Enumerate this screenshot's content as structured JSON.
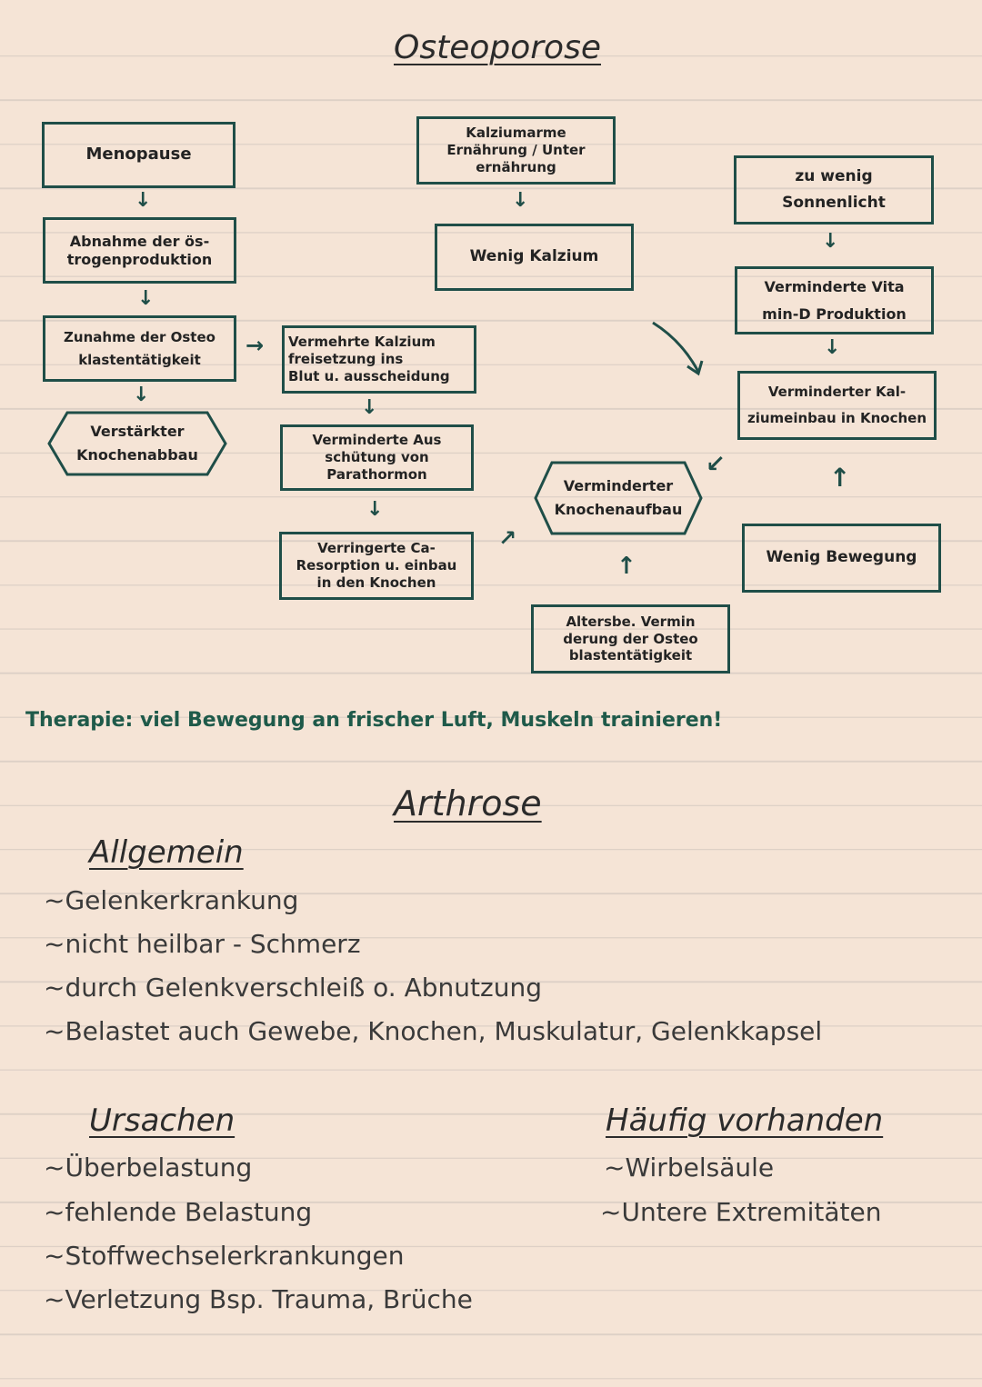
{
  "osteoporose": {
    "title": "Osteoporose",
    "col1": {
      "menopause": "Menopause",
      "abnahme_l1": "Abnahme der ös-",
      "abnahme_l2": "trogenproduktion",
      "zunahme_l1": "Zunahme der Osteo",
      "zunahme_l2": "klastentätigkeit",
      "verstaerkt_l1": "Verstärkter",
      "verstaerkt_l2": "Knochenabbau"
    },
    "col2": {
      "vermehrt_l1": "Vermehrte Kalzium",
      "vermehrt_l2": "freisetzung ins",
      "vermehrt_l3": "Blut u. ausscheidung",
      "verm_aus_l1": "Verminderte Aus",
      "verm_aus_l2": "schütung von",
      "verm_aus_l3": "Parathormon",
      "verring_l1": "Verringerte Ca-",
      "verring_l2": "Resorption u. einbau",
      "verring_l3": "in den Knochen"
    },
    "col3": {
      "kalzium_arm_l1": "Kalziumarme",
      "kalzium_arm_l2": "Ernährung / Unter",
      "kalzium_arm_l3": "ernährung",
      "wenig_kalzium": "Wenig Kalzium",
      "verm_aufbau_l1": "Verminderter",
      "verm_aufbau_l2": "Knochenaufbau",
      "alters_l1": "Altersbe. Vermin",
      "alters_l2": "derung der Osteo",
      "alters_l3": "blastentätigkeit"
    },
    "col4": {
      "sonne_l1": "zu wenig",
      "sonne_l2": "Sonnenlicht",
      "vitd_l1": "Verminderte Vita",
      "vitd_l2": "min-D Produktion",
      "einbau_l1": "Verminderter Kal-",
      "einbau_l2": "ziumeinbau in Knochen",
      "bewegung": "Wenig Bewegung"
    },
    "therapie": "Therapie: viel Bewegung an frischer Luft, Muskeln trainieren!"
  },
  "arthrose": {
    "title": "Arthrose",
    "allgemein": {
      "heading": "Allgemein",
      "items": [
        "~Gelenkerkrankung",
        "~nicht heilbar - Schmerz",
        "~durch Gelenkverschleiß o. Abnutzung",
        "~Belastet auch Gewebe, Knochen, Muskulatur, Gelenkkapsel"
      ]
    },
    "ursachen": {
      "heading": "Ursachen",
      "items": [
        "~Überbelastung",
        "~fehlende Belastung",
        "~Stoffwechselerkrankungen",
        "~Verletzung Bsp. Trauma, Brüche"
      ]
    },
    "haeufig": {
      "heading": "Häufig vorhanden",
      "items": [
        "~Wirbelsäule",
        "~Untere Extremitäten"
      ]
    }
  },
  "colors": {
    "box_border": "#1f4e48",
    "therapy_text": "#1f5a4a",
    "paper": "#f5e4d6"
  }
}
